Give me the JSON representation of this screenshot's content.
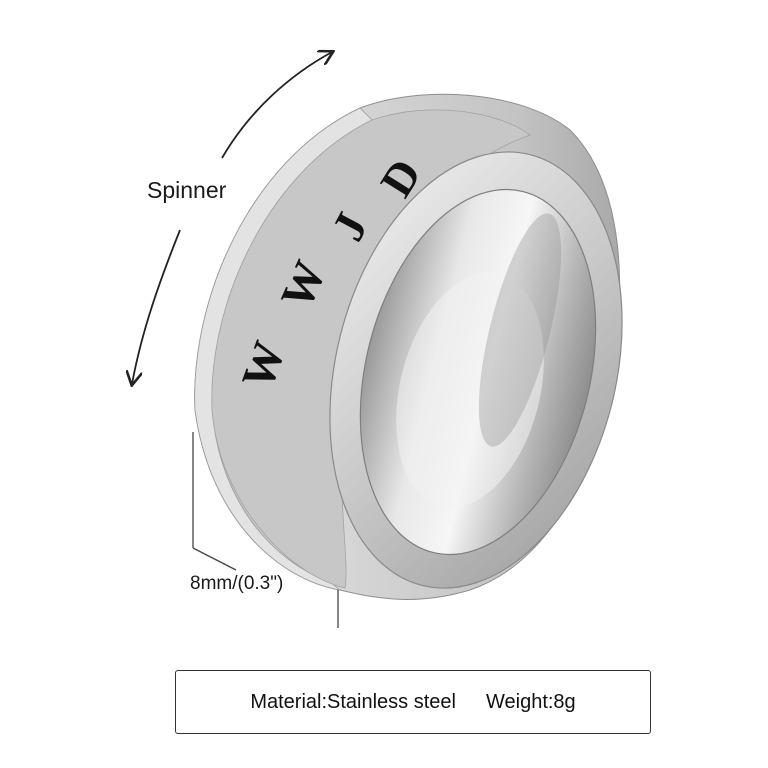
{
  "engraving": [
    "W",
    "W",
    "J",
    "D"
  ],
  "labels": {
    "spinner": "Spinner",
    "width": "8mm/(0.3\")"
  },
  "specs": {
    "material": "Material:Stainless steel",
    "weight": "Weight:8g"
  }
}
